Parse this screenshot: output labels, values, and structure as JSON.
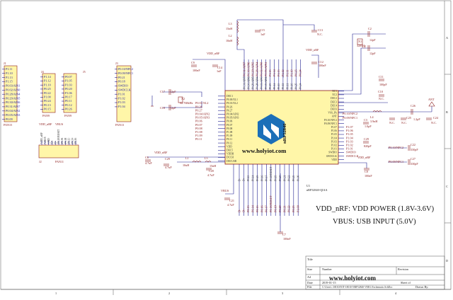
{
  "headers": [
    {
      "ref": "J1",
      "name": "PAN15",
      "pins": [
        "P1.11",
        "P1.10",
        "P1.13",
        "P1.15",
        "P0.03/AIN1",
        "P0.02/AIN0",
        "P0.28/AIN4",
        "P0.29/AIN5",
        "P0.30/AIN6",
        "P0.31/AIN7",
        "P0.04/AIN2",
        "P0.05/AIN3",
        "P0.09"
      ]
    },
    {
      "ref": "J4",
      "name": "PAN9",
      "pins": [
        "P1.14",
        "P1.12",
        "P1.10",
        "P0.25",
        "P0.22",
        "P1.00",
        "P0.24",
        "P0.13",
        "P0.15"
      ]
    },
    {
      "ref": "J5",
      "name": "PAN9",
      "pins": [
        "P0.07",
        "P1.05",
        "P1.03",
        "P0.20",
        "P1.06",
        "P0.17",
        "P0.11",
        "P0.12",
        "P0.26"
      ]
    },
    {
      "ref": "J3",
      "name": "PAN13",
      "pins": [
        "P0.10/NFC2",
        "P0.09/NFC1",
        "P0.21",
        "P0.18",
        "SWDIO",
        "SWDCLK",
        "P1.01",
        "P1.02",
        "P1.03",
        "P1.04"
      ]
    },
    {
      "ref": "J2",
      "name": "PAN11",
      "pins": [
        "VDD_nRF",
        "VBUS",
        "GND",
        "D+",
        "D-",
        "P0.18/RESET",
        "P0.06",
        "P0.08",
        "P0.13",
        "P0.14",
        "P0.16"
      ]
    }
  ],
  "chip": {
    "logo_text": "nRF52840",
    "url": "www.holyiot.com",
    "ref": "U1",
    "part": "nRF52840-QIAA",
    "left_pins": [
      "DEC1",
      "P0.00/XL1",
      "P0.01/XL2",
      "P0.26",
      "P0.27",
      "P0.04/AIN2",
      "P0.05/AIN3",
      "P0.06",
      "P0.07",
      "P0.08",
      "P1.08",
      "P1.09",
      "P0.11",
      "P0.12",
      "VDD",
      "DEC5",
      "VDDH",
      "DCCH",
      "DECUSB"
    ],
    "right_pins": [
      "XC1",
      "XC2",
      "DEC2",
      "DEC3",
      "DEC4",
      "DEC6",
      "VSS_PA",
      "ANT",
      "P0.10/NFC2",
      "P0.09/NFC1",
      "P1.07",
      "P1.06",
      "P1.05",
      "P1.04",
      "P1.03",
      "P1.02",
      "P1.01",
      "SWDIO",
      "SWDCLK",
      "VDD"
    ],
    "top_pins": [
      "P0.31/AIN7",
      "P0.30/AIN6",
      "P0.29/AIN5",
      "P0.28/AIN4",
      "P0.02/AIN0",
      "P0.03/AIN1",
      "P1.15",
      "P1.14",
      "P1.13",
      "P1.12",
      "P1.11",
      "P1.10",
      "P0.25",
      "P0.24"
    ],
    "bottom_pins": [
      "D-",
      "D+",
      "P0.13",
      "P0.14",
      "P0.15",
      "P0.16",
      "P0.17",
      "P0.18/RESET",
      "P0.19",
      "P0.20",
      "P0.21",
      "P0.22",
      "P0.23",
      "P1.00"
    ]
  },
  "components": {
    "L3": "L3",
    "L3_val": "15nH",
    "L2": "L2",
    "L2_val": "10nH",
    "C15": "C15",
    "C15_val": "1uF",
    "C13": "C13",
    "C13_val": "N.C.",
    "C9": "C9",
    "C9_val": "100nF",
    "C14": "C14",
    "C14_val": "1uF",
    "C12": "C12",
    "C12_val": "100nF",
    "X1": "X1",
    "X1_val": "32MHz",
    "C2": "C2",
    "C2_val": "12pF",
    "C1": "C1",
    "C1_val": "12pF",
    "C17": "C17",
    "C17_val": "12pF",
    "C18": "C18",
    "C18_val": "12pF",
    "X2": "X2",
    "X2_val": "32.768kHz",
    "C11": "C11",
    "C11_val": "100pF",
    "C10": "C10",
    "C10_val": "N.C.",
    "C26": "C26",
    "C26_val": "1.2pF",
    "L4": "L4",
    "L4_val": "3.9nH",
    "C25": "C25",
    "C25_val": "N.C.",
    "C24": "C24",
    "C24_val": "N.C.",
    "C23": "C23",
    "C23_val": "N.C.",
    "C3": "C3",
    "C3_val": "1.0pF",
    "C8": "C8",
    "C8_val": "100nF",
    "C6": "C6",
    "C6_val": "4.7uF",
    "L1": "L1",
    "L1_val": "10uH",
    "L5": "L5",
    "L5_val": "15nH",
    "C20": "C20",
    "C20_val": "4.7uF",
    "C21": "C21",
    "C21_val": "4.7uF",
    "C7": "C7",
    "C7_val": "100nF",
    "C22": "C22",
    "C22_val": "330pF",
    "C27": "C27",
    "C27_val": "330pF",
    "C29": "C29",
    "C29_val": "820pF",
    "vdd_nrf": "VDD_nRF",
    "vbus": "VBUS",
    "ant": "ANT",
    "nfc2": "P0.10/NFC2",
    "nfc1": "P0.09/NFC1"
  },
  "notes": {
    "line1": "VDD_nRF:  VDD POWER (1.8V-3.6V)",
    "line2": "VBUS:  USB INPUT (5.0V)"
  },
  "titleblock": {
    "title_label": "Title",
    "size_label": "Size",
    "size_value": "A4",
    "number_label": "Number",
    "revision_label": "Revision",
    "date_label": "Date",
    "date_value": "2019-01-15",
    "file_label": "File",
    "file_value": "C:\\Users\\..\\HOLYIOT-18010-NRF52840-VER1.0\\schematic.SchDoc",
    "sheet_label": "Sheet of",
    "drawn_label": "Drawn By:",
    "url": "www.holyiot.com"
  },
  "frame": {
    "cols": [
      "1",
      "2",
      "3",
      "4"
    ],
    "rows": [
      "A",
      "B",
      "C",
      "D"
    ]
  }
}
